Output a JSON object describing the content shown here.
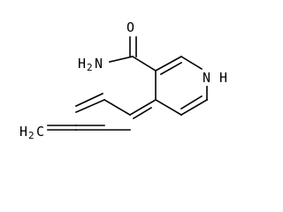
{
  "molecule": {
    "atoms": {
      "oxygen": "O",
      "amide_nitrogen": "H",
      "amide_nitrogen_sub": "2",
      "amide_nitrogen_symbol": "N",
      "ring_nitrogen": "N",
      "ring_nitrogen_h": "H",
      "terminal_carbon": "H",
      "terminal_carbon_sub": "2",
      "terminal_carbon_symbol": "C"
    }
  }
}
